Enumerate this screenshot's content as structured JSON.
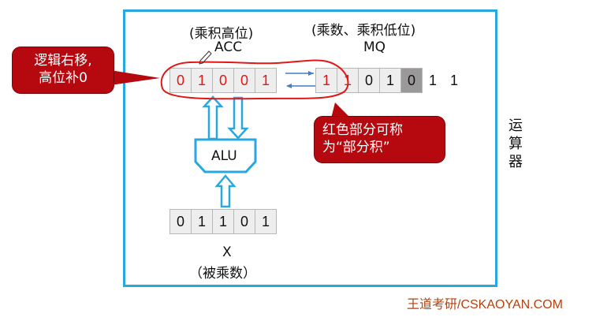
{
  "frame_label": "运算器",
  "acc": {
    "caption": "(乘积高位)",
    "name": "ACC",
    "bits": [
      "0",
      "1",
      "0",
      "0",
      "1"
    ]
  },
  "mq": {
    "caption": "(乘数、乘积低位)",
    "name": "MQ",
    "bits": [
      "1",
      "1",
      "0",
      "1",
      "0"
    ],
    "shifted_out_bits": [
      "1",
      "1"
    ]
  },
  "alu": {
    "label": "ALU"
  },
  "x": {
    "name": "X",
    "caption": "（被乘数）",
    "bits": [
      "0",
      "1",
      "1",
      "0",
      "1"
    ]
  },
  "callouts": {
    "shift": {
      "line1": "逻辑右移,",
      "line2": "高位补0"
    },
    "partial": {
      "line1": "红色部分可称",
      "line2": "为“部分积”"
    }
  },
  "watermark": "王道考研/CSKAOYAN.COM",
  "colors": {
    "frame": "#29a8e0",
    "arrow": "#29a8e0",
    "highlight": "#e01818",
    "callout_bg": "#b5090f",
    "connector": "#4a7cc0",
    "watermark": "#b5410e"
  }
}
